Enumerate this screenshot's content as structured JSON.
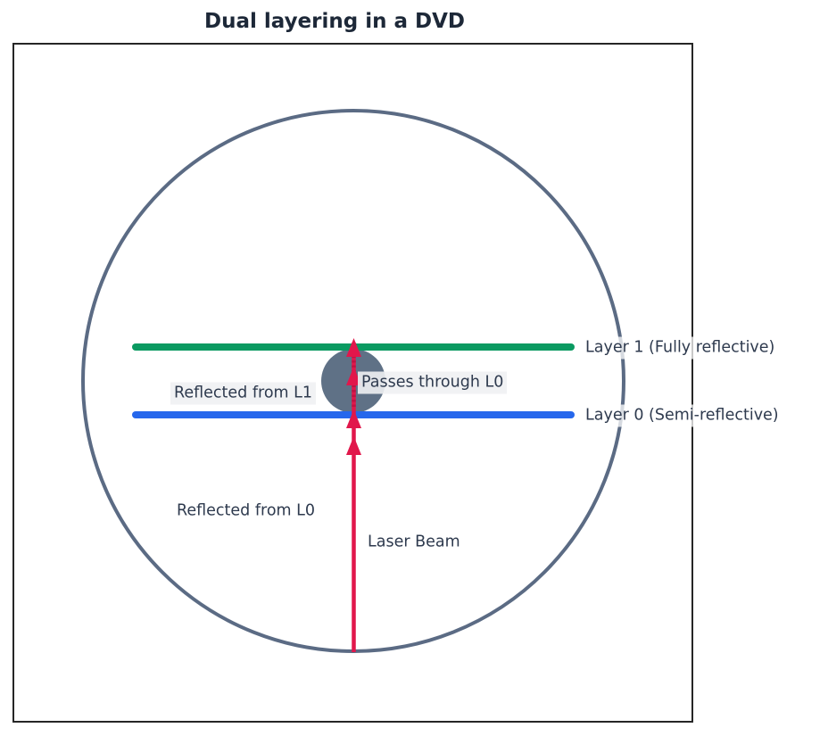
{
  "title": "Dual layering in a DVD",
  "diagram": {
    "labels": {
      "layer1": "Layer 1 (Fully reflective)",
      "layer0": "Layer 0 (Semi-reflective)",
      "reflected_l1": "Reflected from L1",
      "passes_l0": "Passes through L0",
      "reflected_l0": "Reflected from L0",
      "laser_beam": "Laser Beam"
    },
    "colors": {
      "layer1_green": "#0a9a61",
      "layer0_blue": "#2667ec",
      "laser_crimson": "#e1174b",
      "laser_dotted": "#c11242",
      "disc_outline": "#5b6b84",
      "focus_spot_gray": "#5f7186",
      "label_text": "#2e3a4e",
      "title_text": "#1d2838",
      "frame_border": "#262626",
      "background": "#ffffff"
    }
  }
}
